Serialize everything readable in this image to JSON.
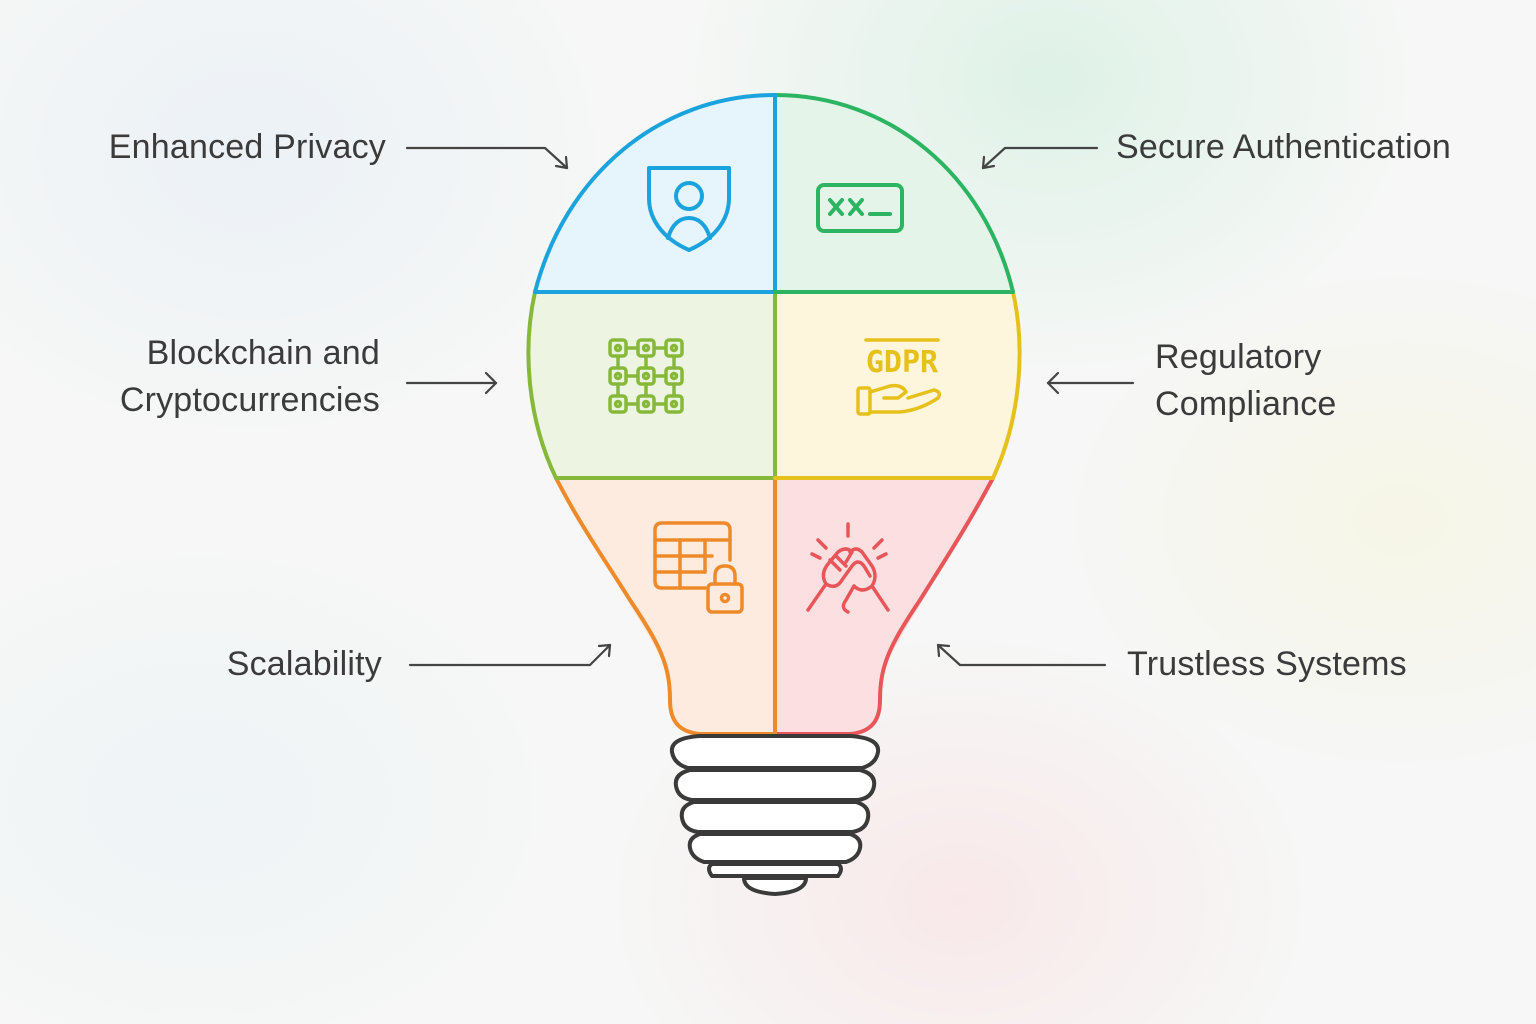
{
  "diagram": {
    "segments": [
      {
        "id": "enhanced-privacy",
        "lines": [
          "Enhanced Privacy"
        ],
        "color": "#1aa3dc",
        "fill": "#e6f4fb",
        "icon": "shield-user-icon"
      },
      {
        "id": "secure-authentication",
        "lines": [
          "Secure Authentication"
        ],
        "color": "#2bb461",
        "fill": "#e4f4e8",
        "icon": "password-field-icon"
      },
      {
        "id": "blockchain",
        "lines": [
          "Blockchain and",
          "Cryptocurrencies"
        ],
        "color": "#86b83a",
        "fill": "#eef4e2",
        "icon": "blockchain-grid-icon"
      },
      {
        "id": "regulatory-compliance",
        "lines": [
          "Regulatory",
          "Compliance"
        ],
        "color": "#e6c11c",
        "fill": "#fdf6dc",
        "icon": "gdpr-hand-icon"
      },
      {
        "id": "scalability",
        "lines": [
          "Scalability"
        ],
        "color": "#ee8a2a",
        "fill": "#fdebdf",
        "icon": "locked-table-icon"
      },
      {
        "id": "trustless-systems",
        "lines": [
          "Trustless Systems"
        ],
        "color": "#e8565a",
        "fill": "#fce0e1",
        "icon": "handshake-icon"
      }
    ],
    "base_color": "#3a3a3a",
    "arrow_color": "#444444",
    "icon_text": {
      "auth": "xx_",
      "gdpr": "GDPR"
    }
  }
}
